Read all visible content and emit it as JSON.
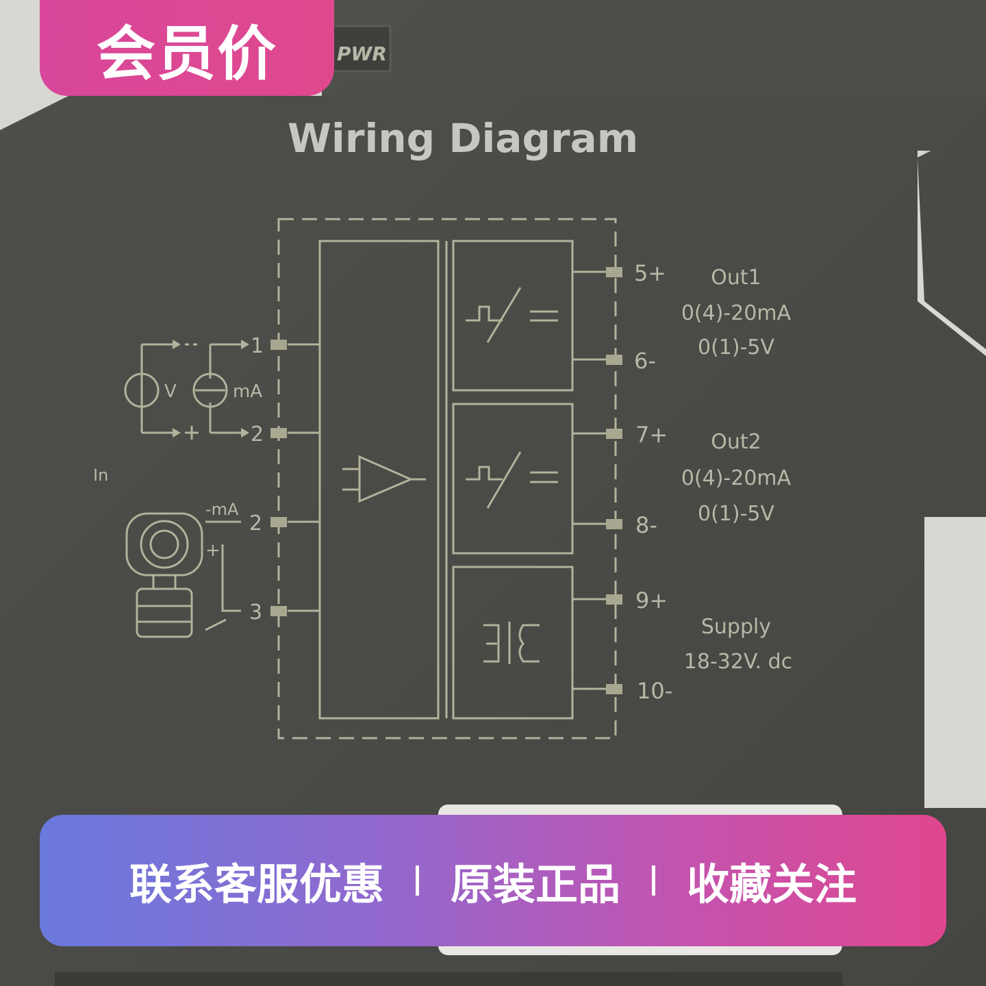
{
  "badge": {
    "label": "会员价"
  },
  "brand_mark": "PWR",
  "diagram": {
    "title": "Wiring Diagram",
    "input_label": "In",
    "source_v": "V",
    "source_ma": "mA",
    "transmitter_ma": "-mA",
    "transmitter_plus": "+",
    "terminals": {
      "t1": "1",
      "t2a": "2",
      "t2b": "2",
      "t3": "3",
      "t5": "5+",
      "t6": "6-",
      "t7": "7+",
      "t8": "8-",
      "t9": "9+",
      "t10": "10-"
    },
    "out1": {
      "name": "Out1",
      "current": "0(4)-20mA",
      "voltage": "0(1)-5V"
    },
    "out2": {
      "name": "Out2",
      "current": "0(4)-20mA",
      "voltage": "0(1)-5V"
    },
    "supply": {
      "name": "Supply",
      "range": "18-32V. dc"
    }
  },
  "promo_bar": {
    "item1": "联系客服优惠",
    "item2": "原装正品",
    "item3": "收藏关注"
  },
  "colors": {
    "panel": "#4a4a46",
    "print": "#b8b8a8",
    "badge": "#d8479a",
    "bar_start": "#6a79dc",
    "bar_end": "#e0468f"
  }
}
